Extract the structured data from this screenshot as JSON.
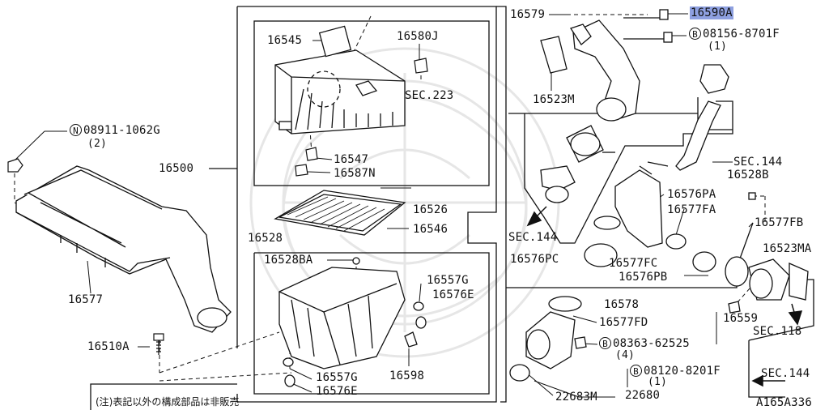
{
  "labels": {
    "p16500": "16500",
    "p16577": "16577",
    "p16510A": "16510A",
    "p08911": "08911-1062G",
    "p08911_letter": "N",
    "p08911_qty": "(2)",
    "p16545": "16545",
    "p16580J": "16580J",
    "sec223": "SEC.223",
    "p16547": "16547",
    "p16587N": "16587N",
    "p16526": "16526",
    "p16546": "16546",
    "p16528": "16528",
    "p16528BA": "16528BA",
    "p16557G_top": "16557G",
    "p16576E_top": "16576E",
    "p16598": "16598",
    "p16557G_bot": "16557G",
    "p16576E_bot": "16576E",
    "p16579": "16579",
    "p16590A": "16590A",
    "p08156": "08156-8701F",
    "p08156_letter": "B",
    "p08156_qty": "(1)",
    "p16523M": "16523M",
    "sec144_a": "SEC.144",
    "p16528B": "16528B",
    "sec144_b": "SEC.144",
    "p16576PA": "16576PA",
    "p16577FA": "16577FA",
    "p16577FB": "16577FB",
    "p16523MA": "16523MA",
    "p16576PC": "16576PC",
    "p16577FC": "16577FC",
    "p16576PB": "16576PB",
    "p16578": "16578",
    "p16559": "16559",
    "sec118": "SEC.118",
    "p16577FD": "16577FD",
    "p08363": "08363-62525",
    "p08363_letter": "B",
    "p08363_qty": "(4)",
    "p08120": "08120-8201F",
    "p08120_letter": "B",
    "p08120_qty": "(1)",
    "p22683M": "22683M",
    "p22680": "22680",
    "sec144_c": "SEC.144",
    "diagram_id": "A165A336",
    "note": "(注)表記以外の構成部品は非販売"
  },
  "colors": {
    "line": "#111111",
    "highlight": "#8ea0e0",
    "watermark": "#e6e6e6"
  }
}
